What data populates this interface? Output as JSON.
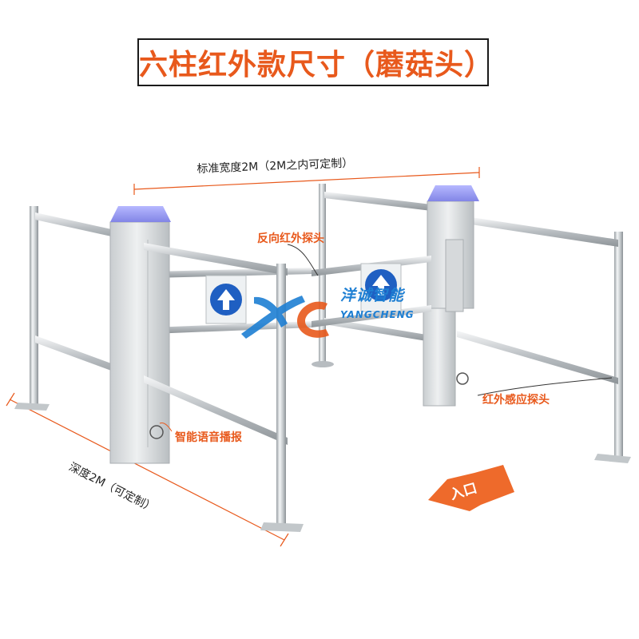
{
  "title": "六柱红外款尺寸（蘑菇头）",
  "dimensions": {
    "width_label": "标准宽度2M（2M之内可定制）",
    "depth_label": "深度2M（可定制）"
  },
  "callouts": {
    "reverse_ir_probe": "反向红外探头",
    "ir_sensor_probe": "红外感应探头",
    "smart_voice": "智能语音播报"
  },
  "logo": {
    "cn": "洋诚智能",
    "en": "YANGCHENG"
  },
  "entry_marker": "入口",
  "colors": {
    "accent": "#e8591c",
    "brand_blue": "#1e7fd3",
    "steel": "#cfd3d6",
    "cap_purple": "#9a9cf0",
    "arrow_blue": "#1f5fc2"
  }
}
